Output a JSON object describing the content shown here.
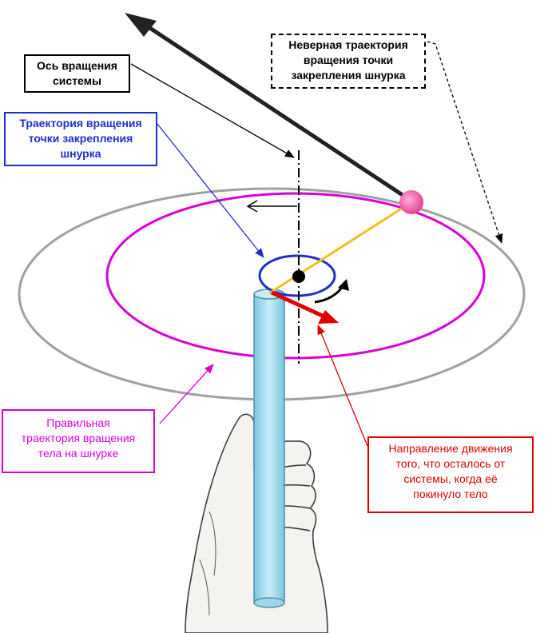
{
  "labels": {
    "axis": [
      "Ось вращения",
      "системы"
    ],
    "wrong_trajectory": [
      "Неверная траектория",
      "вращения точки",
      "закрепления шнурка"
    ],
    "blue_trajectory": [
      "Траектория вращения",
      "точки закрепления",
      "шнурка"
    ],
    "correct_trajectory": [
      "Правильная",
      "траектория вращения",
      "тела на шнурке"
    ],
    "remaining_direction": [
      "Направление движения",
      "того, что осталось от",
      "системы, когда её",
      "покинуло тело"
    ]
  },
  "colors": {
    "axis": "#000000",
    "wrong_trajectory": "#000000",
    "blue_trajectory": "#1f2fc8",
    "correct_trajectory": "#d800d8",
    "remaining_direction": "#e00000",
    "string": "#f0c020",
    "ball": "#f060a0",
    "rod": "#a8dcef",
    "outer_ellipse": "#a0a0a0"
  }
}
